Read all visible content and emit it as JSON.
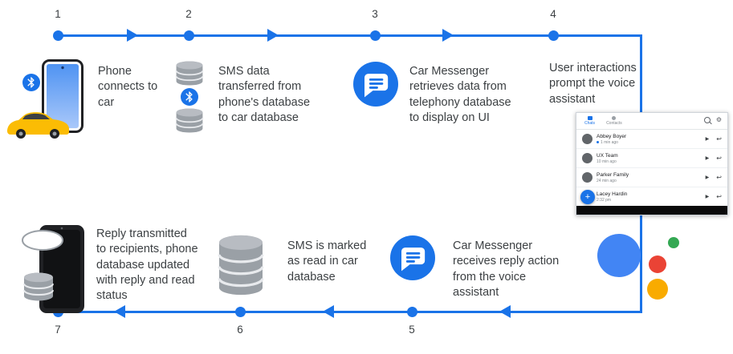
{
  "steps": [
    {
      "number": "1",
      "label": "Phone connects to car"
    },
    {
      "number": "2",
      "label": "SMS data transferred from phone's database to car database"
    },
    {
      "number": "3",
      "label": "Car Messenger retrieves data from telephony database to display on UI"
    },
    {
      "number": "4",
      "label": "User interactions prompt the voice assistant"
    },
    {
      "number": "5",
      "label": "Car Messenger receives reply action from the voice assistant"
    },
    {
      "number": "6",
      "label": "SMS is marked as read in car database"
    },
    {
      "number": "7",
      "label": "Reply transmitted to recipients, phone database updated with reply and read status"
    }
  ],
  "car_ui": {
    "tabs": [
      {
        "label": "Chats"
      },
      {
        "label": "Contacts"
      }
    ],
    "rows": [
      {
        "name": "Abbey Boyer",
        "meta": "1 min ago",
        "unread": true
      },
      {
        "name": "UX Team",
        "meta": "10 min ago",
        "unread": false
      },
      {
        "name": "Parker Family",
        "meta": "24 min ago",
        "unread": false
      },
      {
        "name": "Lacey Hardin",
        "meta": "2:32 pm",
        "unread": false
      }
    ]
  },
  "icons": {
    "settings": "⚙",
    "play": "▶",
    "reply": "↩",
    "plus": "+"
  },
  "colors": {
    "flow_blue": "#1a73e8",
    "text": "#3c4043",
    "database_gray": "#9aa0a6",
    "car_yellow": "#fbbc04",
    "assistant_blue": "#4285f4",
    "assistant_green": "#34a853",
    "assistant_red": "#ea4335",
    "assistant_yellow": "#f9ab00"
  }
}
